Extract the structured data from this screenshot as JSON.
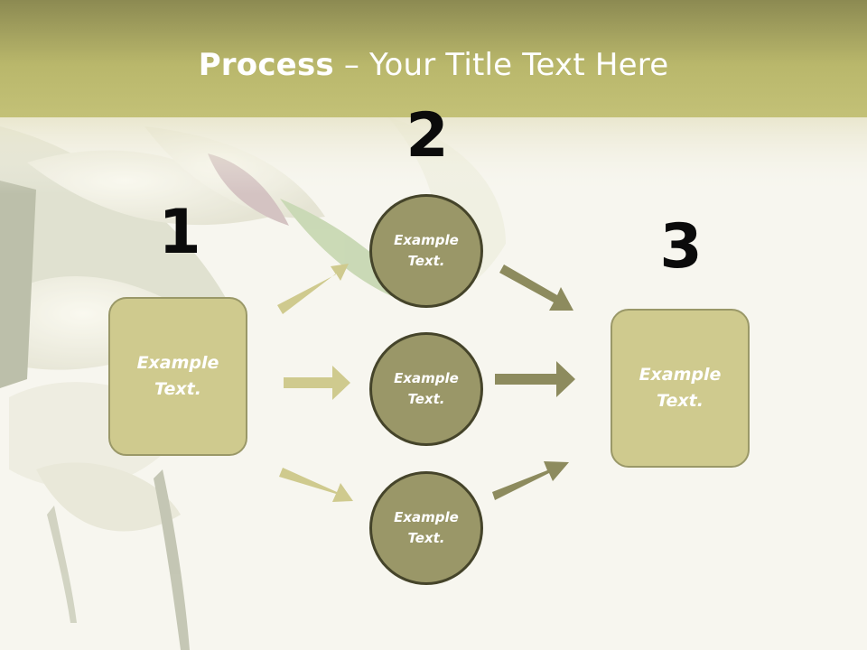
{
  "title": {
    "bold": "Process",
    "rest": " – Your Title Text Here"
  },
  "steps": [
    {
      "number": "1",
      "text": "Example Text."
    },
    {
      "number": "2",
      "text": ""
    },
    {
      "number": "3",
      "text": "Example Text."
    }
  ],
  "middle_circles": [
    {
      "text": "Example Text."
    },
    {
      "text": "Example Text."
    },
    {
      "text": "Example Text."
    }
  ],
  "colors": {
    "header_band": "#b8b66a",
    "box_fill": "#cfca8e",
    "circle_fill": "#9a9768",
    "left_arrows": "#cfca8e",
    "right_arrows": "#8d8b5e"
  }
}
